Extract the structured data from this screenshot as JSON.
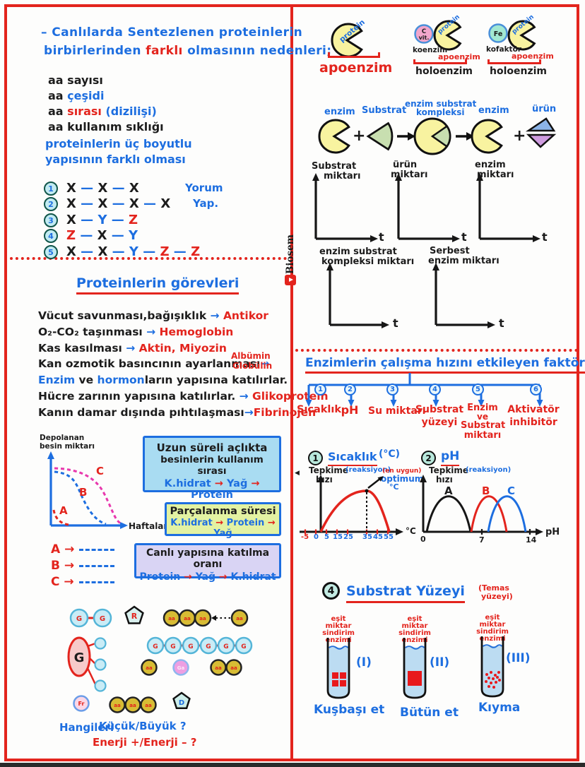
{
  "palette": {
    "black": "#1c1c1c",
    "red": "#e3241d",
    "blue": "#1d6ee0",
    "magenta": "#e838ad"
  },
  "left": {
    "title1": [
      {
        "t": "– Canlılarda Sentezlenen proteinlerin",
        "c": "blue"
      }
    ],
    "title2": [
      {
        "t": "birbirlerinden ",
        "c": "blue"
      },
      {
        "t": "farklı",
        "c": "red"
      },
      {
        "t": " olmasının nedenleri;",
        "c": "blue"
      }
    ],
    "aa_rows": [
      [
        {
          "t": "aa  sayısı",
          "c": "black"
        }
      ],
      [
        {
          "t": "aa  ",
          "c": "black"
        },
        {
          "t": "çeşidi",
          "c": "blue"
        }
      ],
      [
        {
          "t": "aa  ",
          "c": "black"
        },
        {
          "t": "sırası ",
          "c": "red"
        },
        {
          "t": "(dizilişi)",
          "c": "blue"
        }
      ],
      [
        {
          "t": "aa  kullanım sıklığı",
          "c": "black"
        }
      ]
    ],
    "three_d1": "proteinlerin üç boyutlu",
    "three_d2": "yapısının farklı olması",
    "chains": [
      {
        "num": "1",
        "tokens": [
          {
            "t": "X",
            "c": "black"
          },
          {
            "t": " — ",
            "c": "blue"
          },
          {
            "t": "X",
            "c": "black"
          },
          {
            "t": " — ",
            "c": "blue"
          },
          {
            "t": "X",
            "c": "black"
          }
        ]
      },
      {
        "num": "2",
        "tokens": [
          {
            "t": "X",
            "c": "black"
          },
          {
            "t": " — ",
            "c": "blue"
          },
          {
            "t": "X",
            "c": "black"
          },
          {
            "t": " — ",
            "c": "blue"
          },
          {
            "t": "X",
            "c": "black"
          },
          {
            "t": " — ",
            "c": "blue"
          },
          {
            "t": "X",
            "c": "black"
          }
        ]
      },
      {
        "num": "3",
        "tokens": [
          {
            "t": "X",
            "c": "black"
          },
          {
            "t": " — ",
            "c": "blue"
          },
          {
            "t": "Y",
            "c": "blue"
          },
          {
            "t": " — ",
            "c": "blue"
          },
          {
            "t": "Z",
            "c": "red"
          }
        ]
      },
      {
        "num": "4",
        "tokens": [
          {
            "t": "Z",
            "c": "red"
          },
          {
            "t": " — ",
            "c": "blue"
          },
          {
            "t": "X",
            "c": "black"
          },
          {
            "t": " — ",
            "c": "blue"
          },
          {
            "t": "Y",
            "c": "blue"
          }
        ]
      },
      {
        "num": "5",
        "tokens": [
          {
            "t": "X",
            "c": "black"
          },
          {
            "t": " — ",
            "c": "blue"
          },
          {
            "t": "X",
            "c": "black"
          },
          {
            "t": " — ",
            "c": "blue"
          },
          {
            "t": "Y",
            "c": "blue"
          },
          {
            "t": " — ",
            "c": "blue"
          },
          {
            "t": "Z",
            "c": "red"
          },
          {
            "t": " — ",
            "c": "blue"
          },
          {
            "t": "Z",
            "c": "red"
          }
        ]
      }
    ],
    "yorum1": "Yorum",
    "yorum2": "Yap.",
    "gorevler_title": "Proteinlerin görevleri",
    "gorevler": [
      [
        {
          "t": "Vücut savunması,bağışıklık ",
          "c": "black"
        },
        {
          "t": "→ ",
          "c": "blue"
        },
        {
          "t": "Antikor",
          "c": "red"
        }
      ],
      [
        {
          "t": "O₂-CO₂ taşınması ",
          "c": "black"
        },
        {
          "t": "→ ",
          "c": "blue"
        },
        {
          "t": "Hemoglobin",
          "c": "red"
        }
      ],
      [
        {
          "t": "Kas kasılması ",
          "c": "black"
        },
        {
          "t": "→ ",
          "c": "blue"
        },
        {
          "t": "Aktin, Miyozin",
          "c": "red"
        }
      ],
      [
        {
          "t": "Kan ozmotik basıncının ayarlanması",
          "c": "black"
        },
        {
          "t": "→",
          "c": "blue"
        }
      ],
      [
        {
          "t": "Enzim",
          "c": "blue"
        },
        {
          "t": " ve ",
          "c": "black"
        },
        {
          "t": "hormon",
          "c": "blue"
        },
        {
          "t": "ların yapısına katılırlar.",
          "c": "black"
        }
      ],
      [
        {
          "t": "Hücre zarının  yapısına katılırlar.",
          "c": "black"
        },
        {
          "t": " → ",
          "c": "blue"
        },
        {
          "t": "Glikoprotein",
          "c": "red"
        }
      ],
      [
        {
          "t": "Kanın damar dışında pıhtılaşması",
          "c": "black"
        },
        {
          "t": "→",
          "c": "blue"
        },
        {
          "t": "Fibrinojen",
          "c": "red"
        }
      ]
    ],
    "gorevler4_side": [
      "Albümin",
      "Globülin"
    ],
    "graph": {
      "ylabel1": "Depolanan",
      "ylabel2": "besin miktarı",
      "xlabel": "Haftalar",
      "la": "A",
      "lb": "B",
      "lc": "C"
    },
    "legend": [
      "A →",
      "B →",
      "C →"
    ],
    "boxes": [
      {
        "l1": "Uzun süreli açlıkta",
        "l2": "besinlerin kullanım sırası",
        "seq": [
          {
            "t": "K.hidrat",
            "c": "blue"
          },
          {
            "t": " → ",
            "c": "red"
          },
          {
            "t": "Yağ",
            "c": "blue"
          },
          {
            "t": " → ",
            "c": "red"
          },
          {
            "t": "Protein",
            "c": "blue"
          }
        ]
      },
      {
        "l1": "Parçalanma  süresi",
        "seq": [
          {
            "t": "K.hidrat",
            "c": "blue"
          },
          {
            "t": " → ",
            "c": "red"
          },
          {
            "t": "Protein",
            "c": "blue"
          },
          {
            "t": " → ",
            "c": "red"
          },
          {
            "t": "Yağ",
            "c": "blue"
          }
        ]
      },
      {
        "l1": "Canlı yapısına  katılma  oranı",
        "seq": [
          {
            "t": "Protein",
            "c": "blue"
          },
          {
            "t": " → ",
            "c": "red"
          },
          {
            "t": "Yağ",
            "c": "blue"
          },
          {
            "t": " → ",
            "c": "red"
          },
          {
            "t": "K.hidrat",
            "c": "blue"
          }
        ]
      }
    ],
    "mol": {
      "g": "G",
      "r": "R",
      "aa": "aa",
      "ga": "Ga",
      "fr": "Fr",
      "d": "D"
    },
    "q1": "Hangileri",
    "q2": "Küçük/Büyük ?",
    "q3": "Enerji +/Enerji – ?"
  },
  "right": {
    "protein": "protein",
    "apoenzim": "apoenzim",
    "holoenzim": "holoenzim",
    "koenzim": "koenzim",
    "kofaktor": "kofaktör",
    "cvit1": "C",
    "cvit2": "vit.",
    "fe": "Fe",
    "rx": {
      "enzim": "enzim",
      "substrat": "Substrat",
      "kompleks1": "enzim substrat",
      "kompleks2": "kompleksi",
      "urun": "ürün",
      "plus": "+"
    },
    "graphs": [
      {
        "l1": "Substrat",
        "l2": "miktarı"
      },
      {
        "l1": "ürün",
        "l2": "miktarı"
      },
      {
        "l1": "enzim",
        "l2": "miktarı"
      },
      {
        "l1": "enzim substrat",
        "l2": "kompleksi miktarı"
      },
      {
        "l1": "Serbest",
        "l2": "enzim miktarı"
      }
    ],
    "t": "t",
    "brand": "Biosem",
    "factors_title": "Enzimlerin çalışma hızını etkileyen faktörler",
    "factors": [
      {
        "n": "1",
        "lines": [
          "Sıcaklık"
        ]
      },
      {
        "n": "2",
        "lines": [
          "pH"
        ]
      },
      {
        "n": "3",
        "lines": [
          "Su miktarı"
        ]
      },
      {
        "n": "4",
        "lines": [
          "Substrat",
          "yüzeyi"
        ]
      },
      {
        "n": "5",
        "lines": [
          "Enzim",
          "ve",
          "Substrat",
          "miktarı"
        ]
      },
      {
        "n": "6",
        "lines": [
          "Aktivatör",
          "inhibitör"
        ]
      }
    ],
    "temp": {
      "n": "1",
      "title": "Sıcaklık",
      "unit": "(°C)",
      "y1": "Tepkime",
      "y1b": "(reaksiyon)",
      "y2": "hızı",
      "ann1": "(en uygun)",
      "ann2": "optimum",
      "ann3": "°C",
      "xunit": "°C",
      "ticks": [
        {
          "t": "-5",
          "c": "red"
        },
        {
          "t": "0",
          "c": "blue"
        },
        {
          "t": "5",
          "c": "blue"
        },
        {
          "t": "15",
          "c": "blue"
        },
        {
          "t": "25",
          "c": "blue"
        },
        {
          "t": "35",
          "c": "blue"
        },
        {
          "t": "45",
          "c": "blue"
        },
        {
          "t": "55",
          "c": "blue"
        }
      ]
    },
    "ph": {
      "n": "2",
      "title": "pH",
      "y1": "Tepkime",
      "y1b": "(reaksiyon)",
      "y2": "hızı",
      "a": "A",
      "b": "B",
      "c": "C",
      "t0": "0",
      "t7": "7",
      "t14": "14",
      "xlabel": "pH"
    },
    "sy": {
      "n": "4",
      "title": "Substrat Yüzeyi",
      "p1": "(Temas",
      "p2": "yüzeyi)",
      "enzyme_label": [
        "eşit",
        "miktar",
        "sindirim",
        "enzimi"
      ],
      "romans": [
        "(I)",
        "(II)",
        "(III)"
      ],
      "names": [
        "Kuşbaşı et",
        "Bütün et",
        "Kıyma"
      ]
    }
  },
  "chart_data": [
    {
      "type": "line",
      "ylabel": "Depolanan besin miktarı",
      "xlabel": "Haftalar",
      "series": [
        "A",
        "B",
        "C"
      ],
      "note": "dashed qualitative depletion curves; A depletes first, C last"
    },
    {
      "type": "line",
      "title": "Sıcaklık (°C)",
      "xlabel": "°C",
      "ylabel": "Tepkime hızı",
      "x_ticks": [
        -5,
        0,
        5,
        15,
        25,
        35,
        45,
        55
      ],
      "curve": "bell from 0 to 55, optimum at 35"
    },
    {
      "type": "line",
      "title": "pH",
      "xlabel": "pH",
      "ylabel": "Tepkime hızı",
      "x_ticks": [
        0,
        7,
        14
      ],
      "series": [
        {
          "name": "A",
          "peak": 3
        },
        {
          "name": "B",
          "peak": 7
        },
        {
          "name": "C",
          "peak": 10
        }
      ]
    }
  ]
}
